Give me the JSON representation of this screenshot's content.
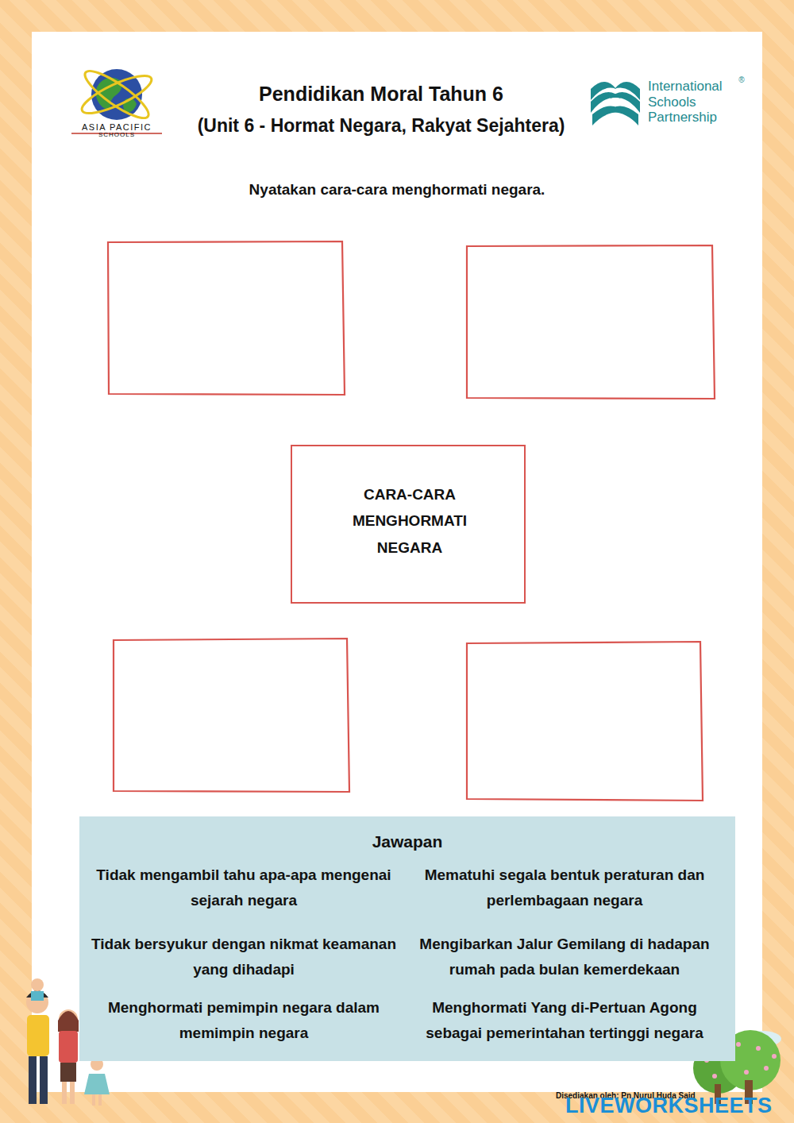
{
  "diagram": {
    "title": "Pendidikan Moral Tahun 6",
    "nodes": [
      {
        "text": [
          "CARA-CARA MENGHORMATI NEGARA"
        ]
      },
      {
        "text": [
          "Jawapan",
          "Tidak mengambil tahu apa-apa mengenai sejarah negara",
          "Mematuhi segala bentuk peraturan dan perlembagaan negara",
          "Tidak bersyukur dengan nikmat keamanan yang dihadapi",
          "Mengibarkan Jalur Gemilang di hadapan rumah pada bulan kemerdekaan",
          "Menghormati pemimpin negara dalam memimpin negara",
          "Menghormati Yang di-Pertuan Agong sebagai pemerintahan tertinggi negara"
        ]
      }
    ],
    "labels": [
      "(Unit 6 - Hormat Negara, Rakyat Sejahtera)",
      "ASIA PACIFIC",
      "SCHOOLS",
      "International Schools Partnership",
      "®",
      "Nyatakan cara-cara menghormati negara.",
      "Disediakan oleh: Pn Nurul Huda Said",
      "LIVEWORKSHEETS"
    ]
  }
}
